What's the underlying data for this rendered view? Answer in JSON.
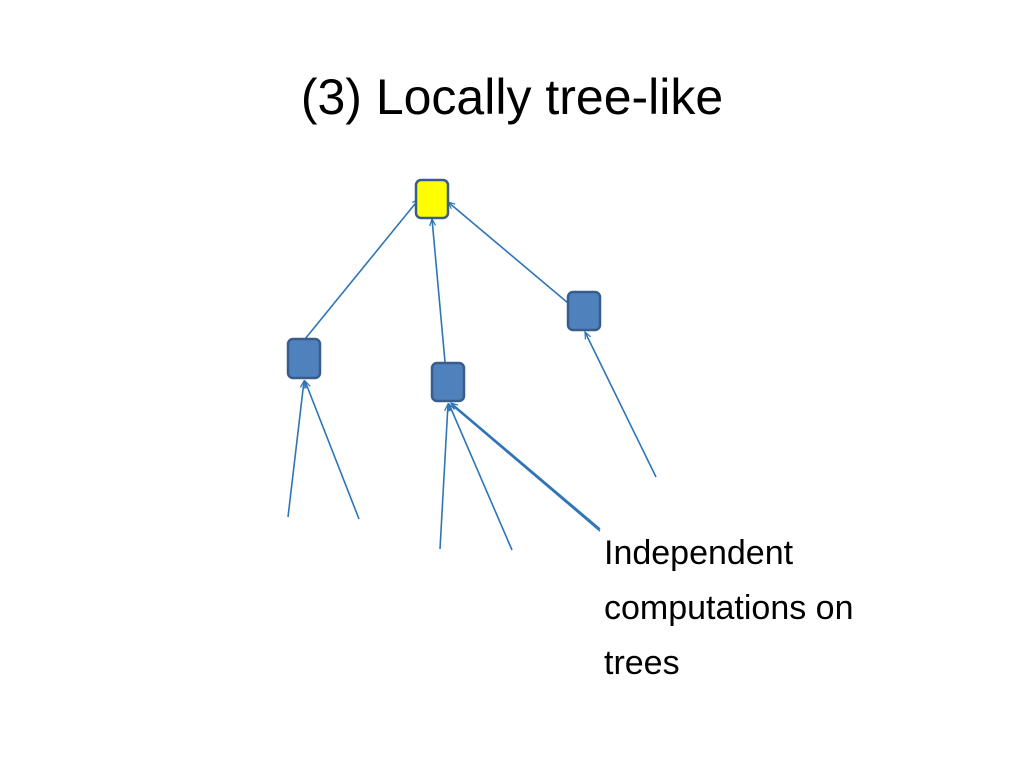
{
  "slide": {
    "title": "(3) Locally tree-like",
    "caption_lines": [
      "Independent",
      "computations on",
      "trees"
    ]
  },
  "diagram": {
    "colors": {
      "root_fill": "#ffff00",
      "node_fill": "#4f81bd",
      "node_stroke": "#385d8a",
      "edge": "#2e75b6"
    },
    "nodes": [
      {
        "id": "root",
        "role": "root"
      },
      {
        "id": "left",
        "role": "child"
      },
      {
        "id": "middle",
        "role": "child"
      },
      {
        "id": "right",
        "role": "child"
      }
    ]
  }
}
